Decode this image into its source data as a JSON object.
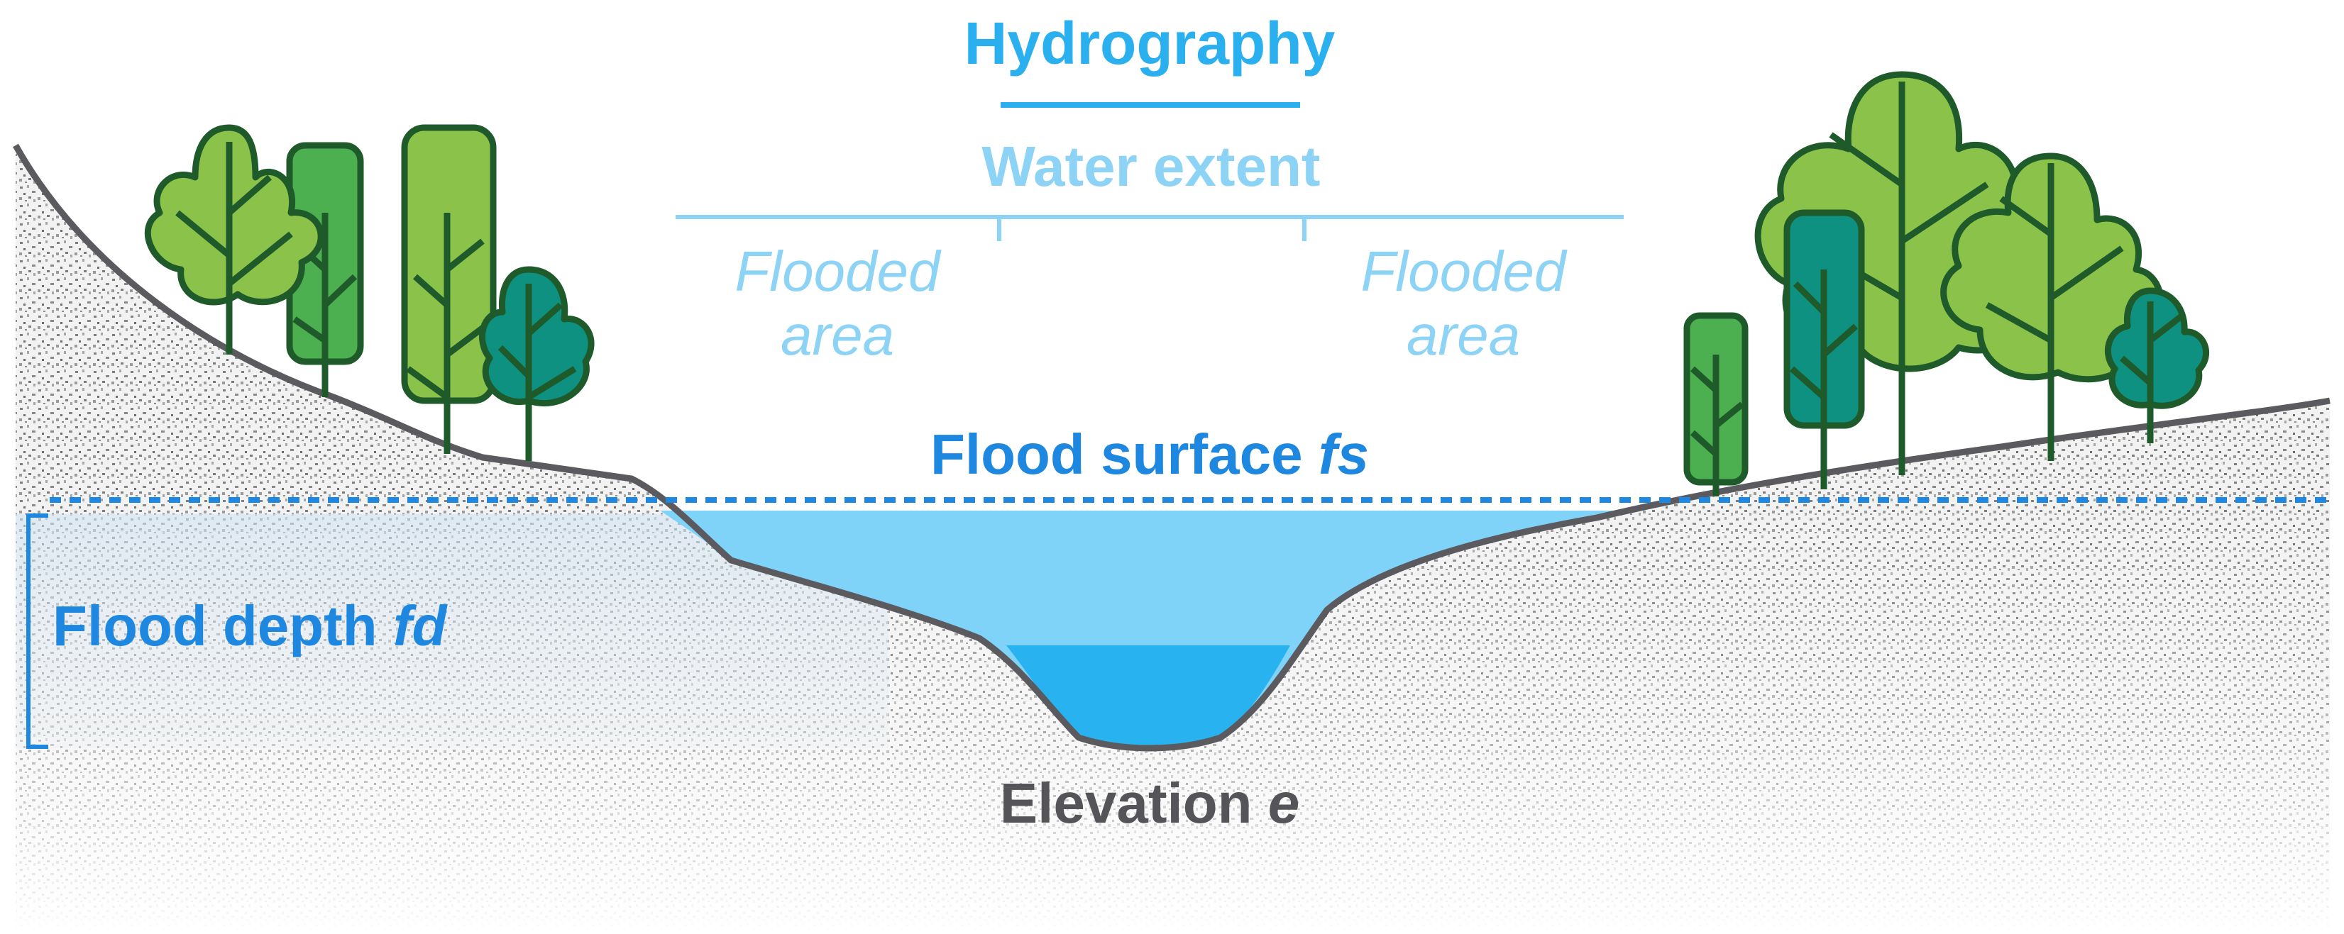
{
  "labels": {
    "hydrography": "Hydrography",
    "water_extent": "Water extent",
    "flooded_left_line1": "Flooded",
    "flooded_left_line2": "area",
    "flooded_right_line1": "Flooded",
    "flooded_right_line2": "area",
    "flood_surface": "Flood surface ",
    "flood_surface_var": "fs",
    "flood_depth": "Flood depth ",
    "flood_depth_var": "fd",
    "elevation": "Elevation ",
    "elevation_var": "e"
  },
  "colors": {
    "hydrography": "#2bb0ef",
    "water_extent": "#8dd3f5",
    "flood_blue": "#1e88e0",
    "water_shallow": "#7fd2f8",
    "water_deep": "#29b2f0",
    "terrain_outline": "#5a5a5f",
    "elevation_text": "#555559",
    "tree_outline": "#1f5a2a",
    "tree_green_light": "#8bc34a",
    "tree_green_mid": "#4caf50",
    "tree_teal": "#0e9180"
  },
  "icons": [
    "tree-icon"
  ]
}
